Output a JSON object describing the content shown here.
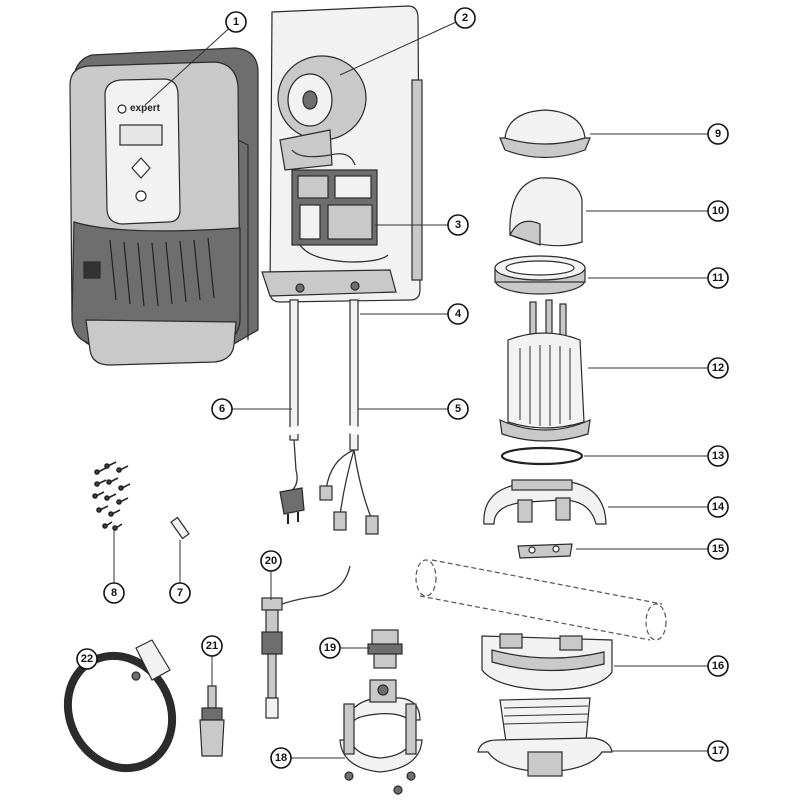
{
  "brand_label": "expert",
  "callouts": [
    "1",
    "2",
    "3",
    "4",
    "5",
    "6",
    "7",
    "8",
    "9",
    "10",
    "11",
    "12",
    "13",
    "14",
    "15",
    "16",
    "17",
    "18",
    "19",
    "20",
    "21",
    "22"
  ]
}
